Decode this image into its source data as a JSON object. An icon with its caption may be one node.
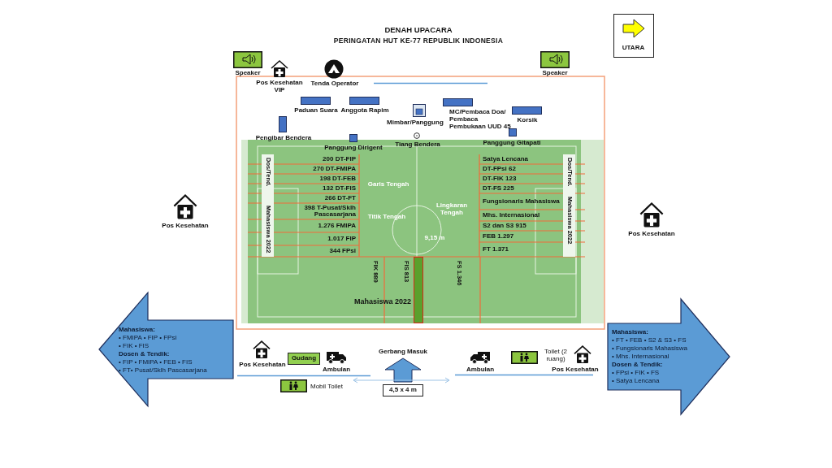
{
  "diagram": {
    "title": "DENAH UPACARA",
    "nodes": [
      {
        "text": [
          "UTARA"
        ]
      },
      {
        "text": [
          "Mahasiswa:",
          "• FMIPA • FIP • FPsi",
          "• FIK • FIS",
          "Dosen & Tendik:",
          "• FIP • FMIPA • FEB • FIS",
          "• FT• Pusat/Sklh Pascasarjana"
        ]
      },
      {
        "text": [
          "Gudang"
        ]
      },
      {
        "text": [
          "4,5 x 4 m"
        ]
      },
      {
        "text": [
          "Mahasiswa:",
          "• FT • FEB • S2 & S3 • FS",
          "• Fungsionaris Mahasiswa",
          "• Mhs. Internasional",
          "Dosen & Tendik:",
          "• FPsi • FIK • FS",
          "• Satya Lencana"
        ]
      }
    ],
    "labels": [
      "PERINGATAN HUT KE-77 REPUBLIK INDONESIA",
      "Speaker",
      "Pos Kesehatan VIP",
      "Tenda Operator",
      "Speaker",
      "Paduan Suara",
      "Anggota Rapim",
      "MC/Pembaca Doa/ Pembaca Pembukaan UUD 45",
      "Mimbar/Panggung",
      "Korsik",
      "Pengibar Bendera",
      "Panggung Dirigent",
      "Tiang Bendera",
      "Panggung Gitapati",
      "Garis Tengah",
      "200 DT-FIP",
      "270 DT-FMIPA",
      "198 DT-FEB",
      "132 DT-FIS",
      "266 DT-FT",
      "398 T-Pusat/Sklh Pascasarjana",
      "1.276 FMIPA",
      "1.017 FIP",
      "344 FPsi",
      "Dos/Tend.",
      "Mahasiswa 2022",
      "Lingkaran Tengah",
      "Titik Tengah",
      "9,15 m",
      "Satya Lencana",
      "DT-FPsi 62",
      "DT-FIK 123",
      "DT-FS 225",
      "Fungsionaris Mahasiswa",
      "Mhs. Internasional",
      "S2 dan S3 915",
      "FEB 1.297",
      "FT 1.371",
      "Dos/Tend.",
      "Mahasiswa 2022",
      "FIK 889",
      "FIS 813",
      "FS 1.346",
      "Mahasiswa 2022",
      "Pos Kesehatan",
      "Pos Kesehatan",
      "Pos Kesehatan",
      "Ambulan",
      "Gerbang Masuk",
      "Mobil Toilet",
      "Ambulan",
      "Toilet (2 ruang)",
      "Pos Kesehatan"
    ]
  }
}
